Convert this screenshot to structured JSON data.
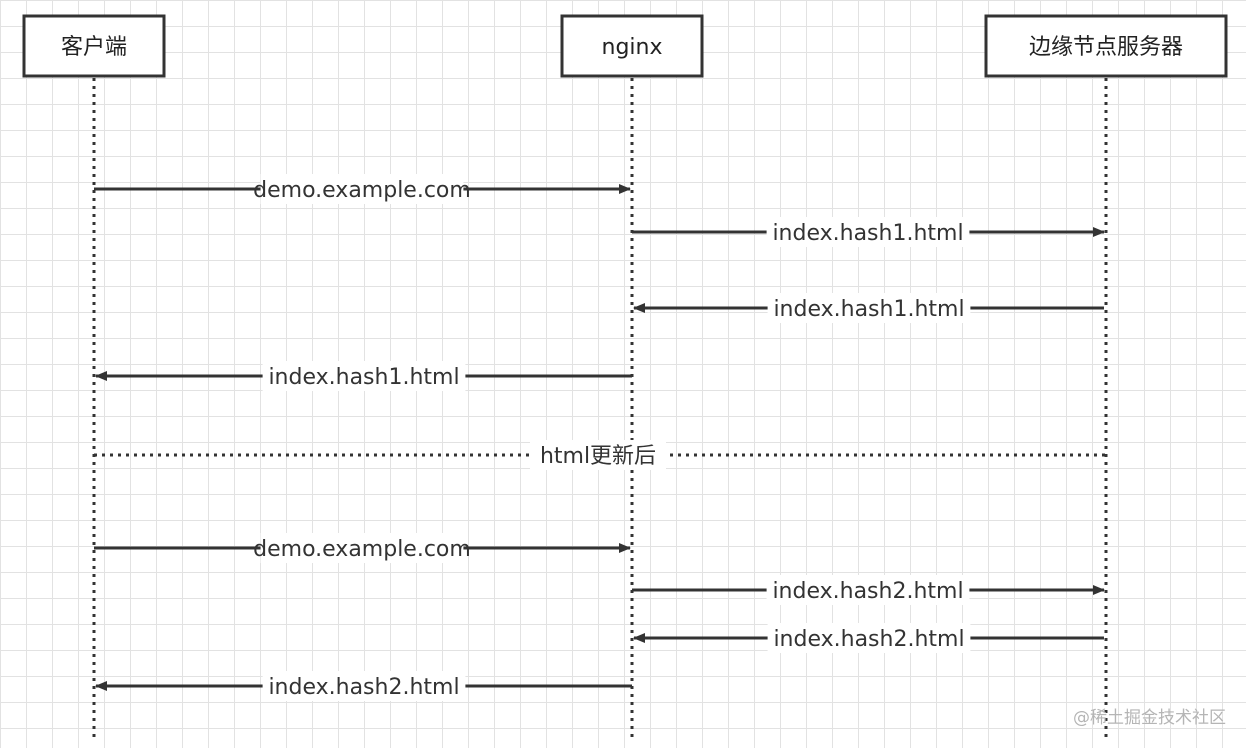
{
  "participants": [
    {
      "id": "client",
      "label": "客户端"
    },
    {
      "id": "nginx",
      "label": "nginx"
    },
    {
      "id": "edge",
      "label": "边缘节点服务器"
    }
  ],
  "messages": [
    {
      "from": "client",
      "to": "nginx",
      "label": "demo.example.com"
    },
    {
      "from": "nginx",
      "to": "edge",
      "label": "index.hash1.html"
    },
    {
      "from": "edge",
      "to": "nginx",
      "label": "index.hash1.html"
    },
    {
      "from": "nginx",
      "to": "client",
      "label": "index.hash1.html"
    },
    {
      "divider": true,
      "label": "html更新后"
    },
    {
      "from": "client",
      "to": "nginx",
      "label": "demo.example.com"
    },
    {
      "from": "nginx",
      "to": "edge",
      "label": "index.hash2.html"
    },
    {
      "from": "edge",
      "to": "nginx",
      "label": "index.hash2.html"
    },
    {
      "from": "nginx",
      "to": "client",
      "label": "index.hash2.html"
    }
  ],
  "watermark": "@稀土掘金技术社区",
  "colors": {
    "line": "#333333",
    "text": "#333333",
    "grid": "#e2e2e2"
  }
}
